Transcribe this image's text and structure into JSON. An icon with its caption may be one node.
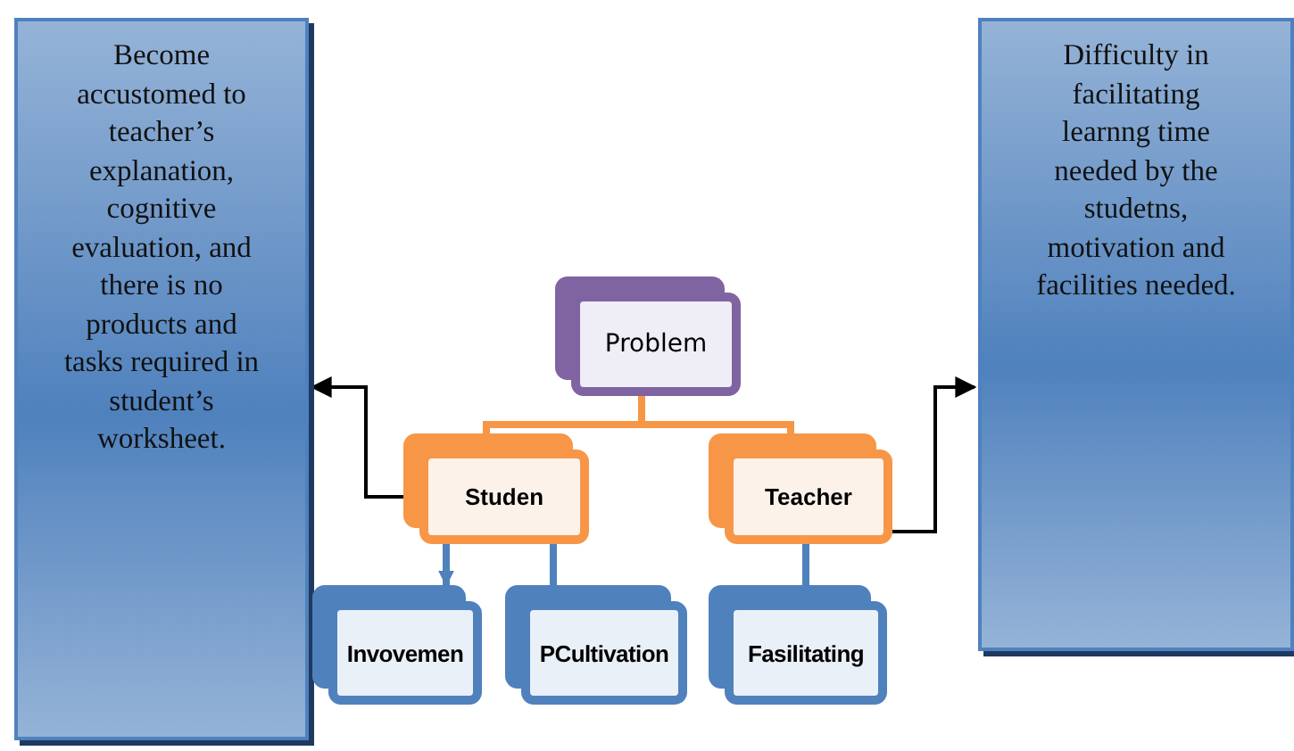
{
  "diagram": {
    "nodes": [
      {
        "text": [
          "Become accustomed to teacher’s explanation, cognitive evaluation, and  there is no products and tasks required in student’s worksheet."
        ]
      },
      {
        "text": [
          "Difficulty in facilitating learnng time needed by the studetns, motivation and facilities needed."
        ]
      },
      {
        "text": [
          "Problem"
        ]
      },
      {
        "text": [
          "Studen"
        ]
      },
      {
        "text": [
          "Teacher"
        ]
      },
      {
        "text": [
          "Invovemen"
        ]
      },
      {
        "text": [
          "PCultivation"
        ]
      },
      {
        "text": [
          "Fasilitating"
        ]
      }
    ],
    "edges": [
      {
        "from": 2,
        "to": 3,
        "arrow": "none",
        "color": "#f79646"
      },
      {
        "from": 2,
        "to": 4,
        "arrow": "none",
        "color": "#f79646"
      },
      {
        "from": 3,
        "to": 5,
        "arrow": "to"
      },
      {
        "from": 3,
        "to": 6,
        "arrow": "none"
      },
      {
        "from": 4,
        "to": 7,
        "arrow": "none"
      },
      {
        "from": 3,
        "to": 0,
        "arrow": "to",
        "color": "#000000"
      },
      {
        "from": 4,
        "to": 1,
        "arrow": "to",
        "color": "#000000"
      }
    ]
  }
}
